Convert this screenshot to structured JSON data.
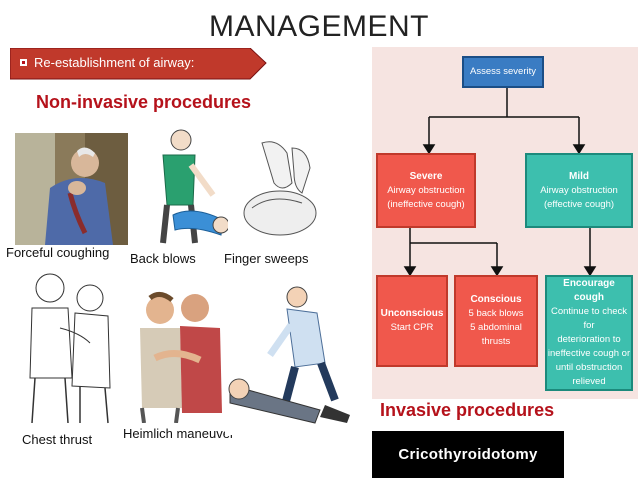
{
  "slide": {
    "title": "MANAGEMENT",
    "banner_text": "Re-establishment of airway:",
    "noninvasive_heading": "Non-invasive procedures",
    "invasive_heading": "Invasive procedures",
    "cricothyroidotomy_label": "Cricothyroidotomy"
  },
  "procedures": [
    {
      "label": "Forceful coughing"
    },
    {
      "label": "Back blows"
    },
    {
      "label": "Finger sweeps"
    },
    {
      "label": "Chest thrust"
    },
    {
      "label": "Heimlich maneuver"
    }
  ],
  "flowchart": {
    "assess": "Assess severity",
    "severe_title": "Severe",
    "severe_line1": "Airway obstruction",
    "severe_line2": "(ineffective cough)",
    "mild_title": "Mild",
    "mild_line1": "Airway obstruction",
    "mild_line2": "(effective cough)",
    "unconscious_title": "Unconscious",
    "unconscious_line1": "Start CPR",
    "conscious_title": "Conscious",
    "conscious_line1": "5 back blows",
    "conscious_line2": "5 abdominal thrusts",
    "encourage_title": "Encourage cough",
    "encourage_line1": "Continue to check for",
    "encourage_line2": "deterioration to",
    "encourage_line3": "ineffective cough or",
    "encourage_line4": "until obstruction",
    "encourage_line5": "relieved"
  },
  "colors": {
    "accent_red": "#b5121b",
    "flow_blue": "#3a7cc3",
    "flow_red": "#f0584c",
    "flow_teal": "#3dbfae"
  }
}
